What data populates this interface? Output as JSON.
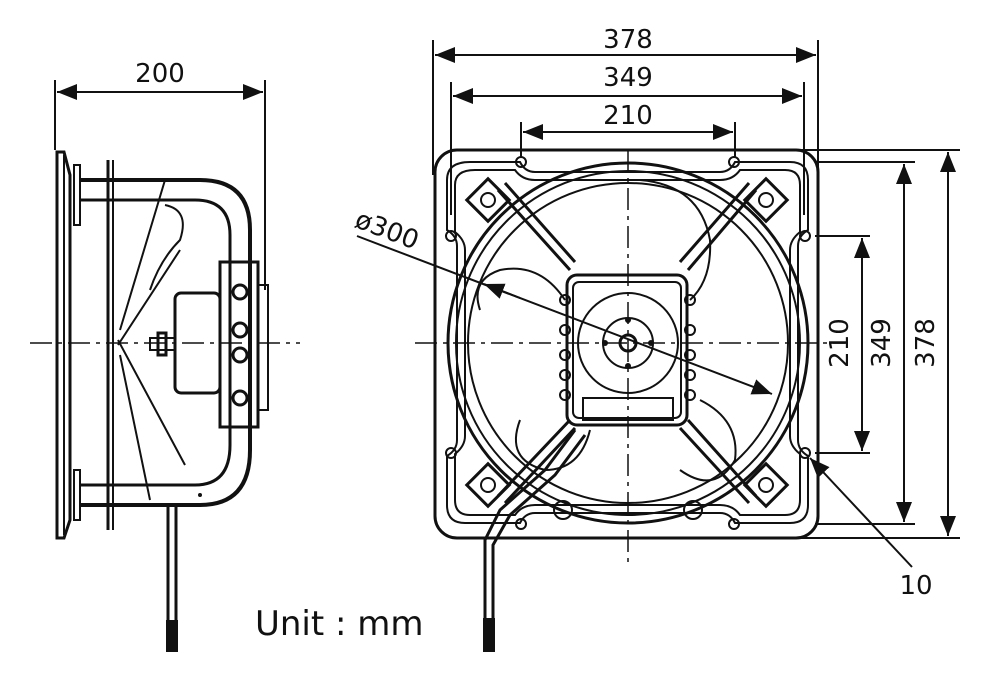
{
  "dimensions": {
    "side_depth": "200",
    "front_width_outer": "378",
    "front_width_holes": "349",
    "front_width_inner": "210",
    "fan_diameter": "ø300",
    "front_height_inner": "210",
    "front_height_holes": "349",
    "front_height_outer": "378",
    "hole_diameter": "10"
  },
  "unit_label": "Unit : mm"
}
